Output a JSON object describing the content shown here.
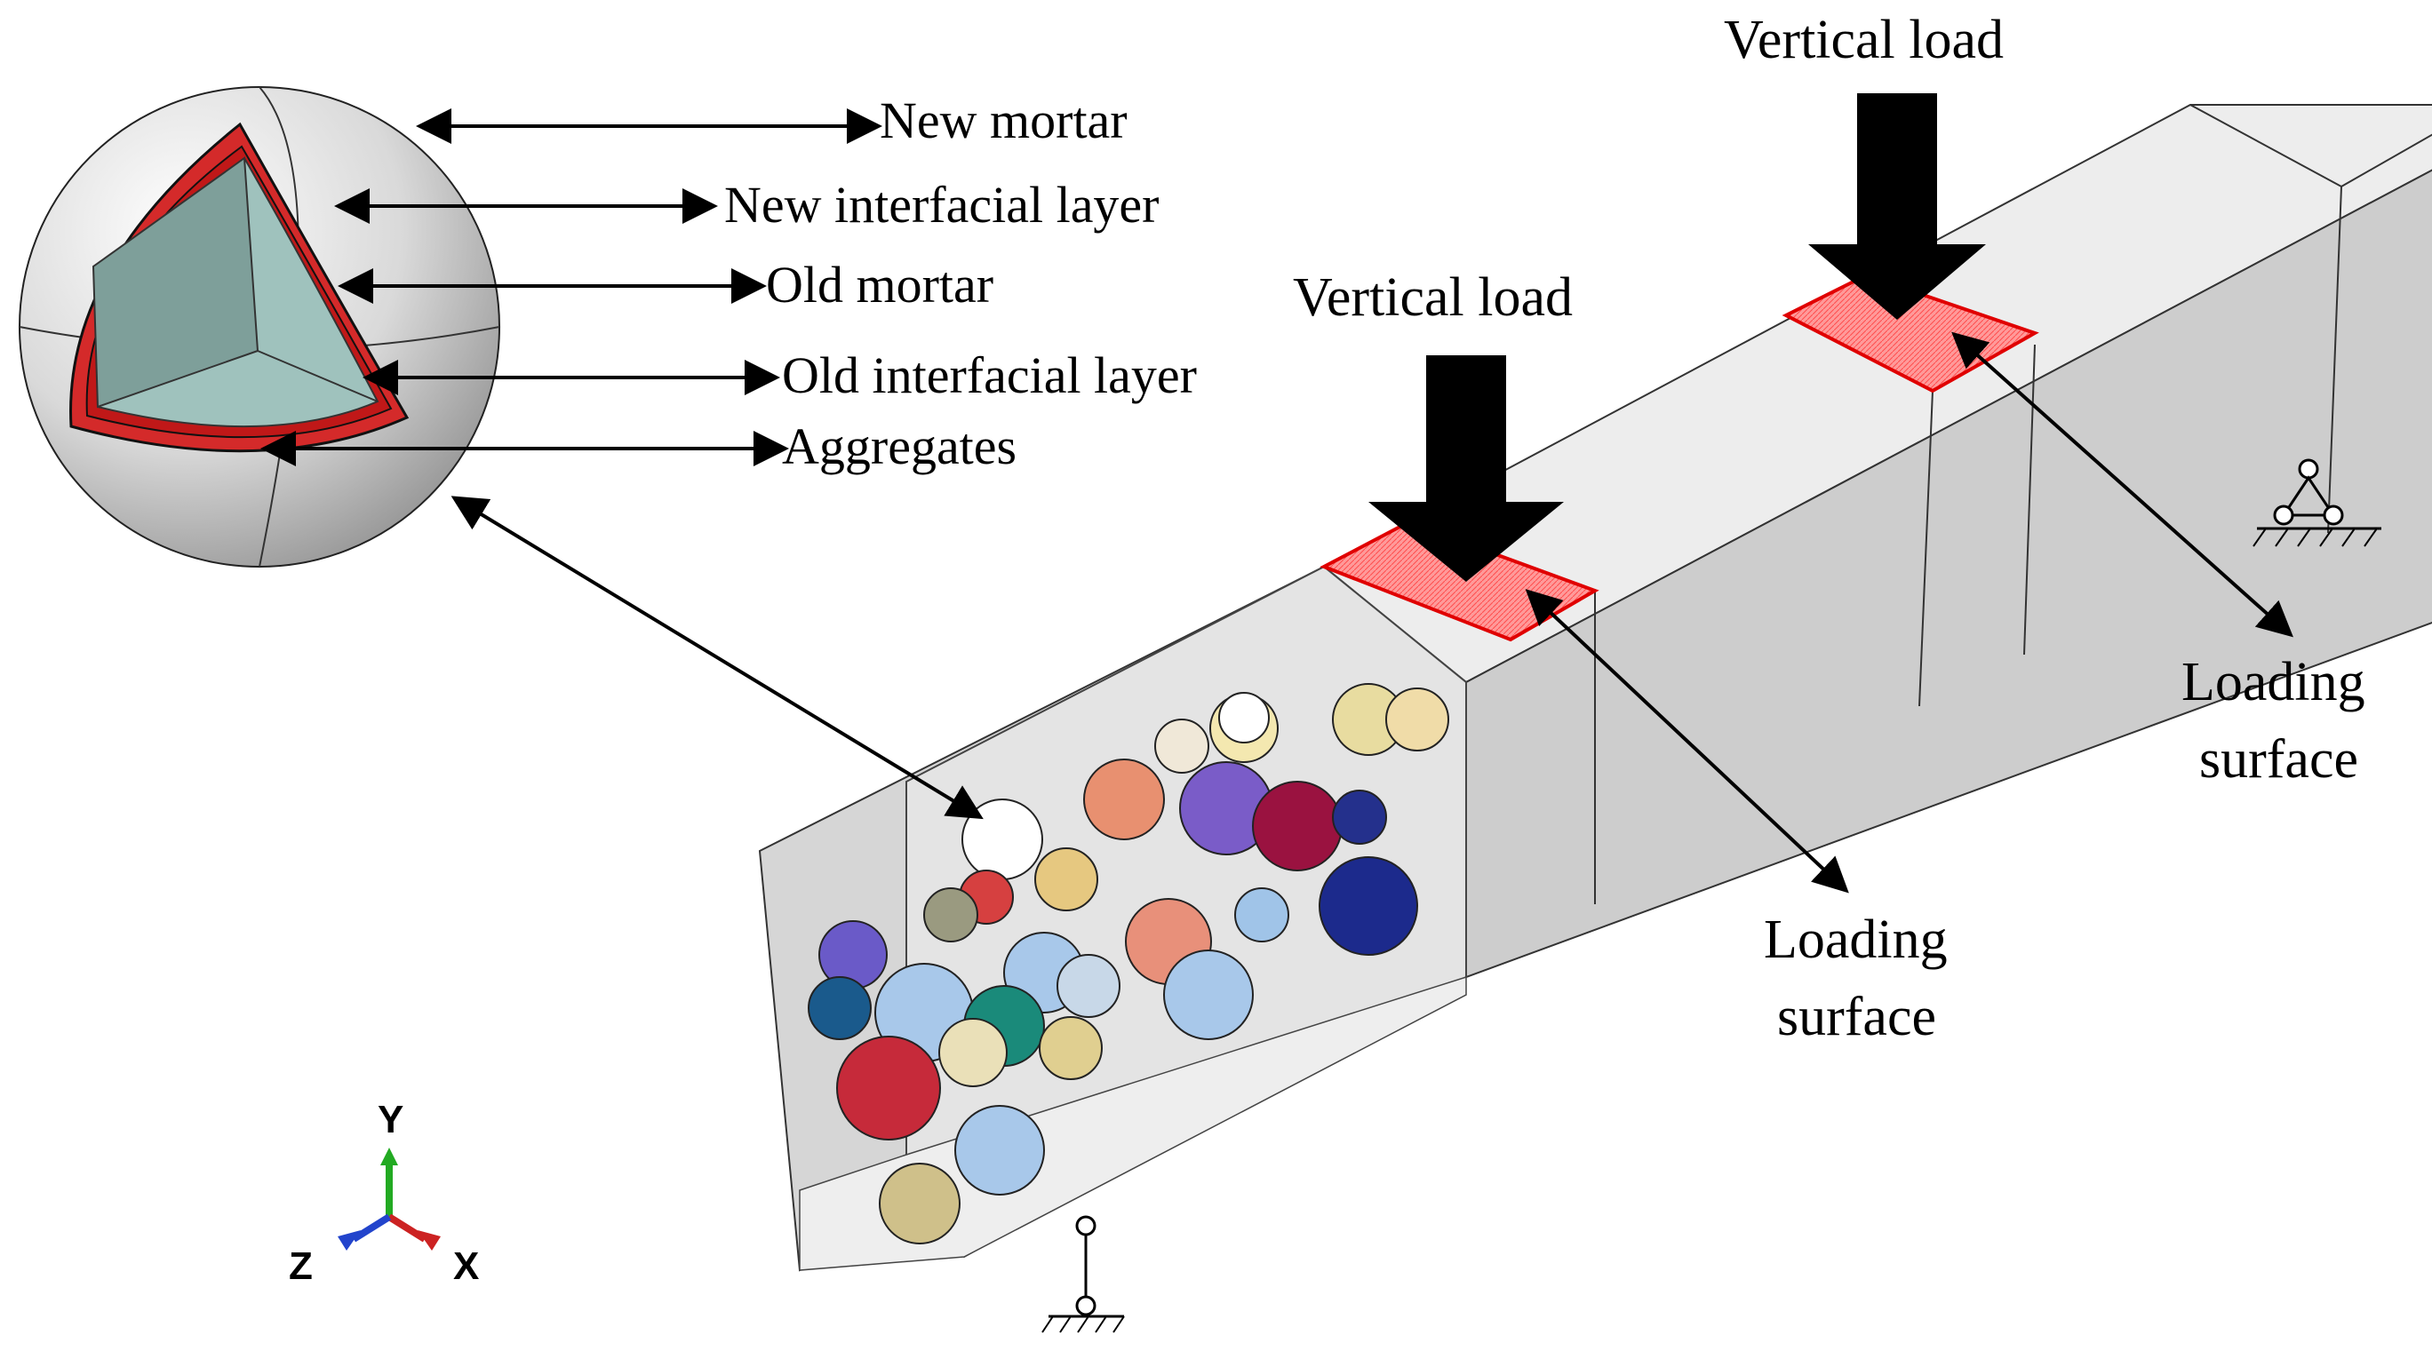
{
  "legend": {
    "new_mortar": "New mortar",
    "new_interfacial_layer": "New interfacial layer",
    "old_mortar": "Old mortar",
    "old_interfacial_layer": "Old interfacial layer",
    "aggregates": "Aggregates"
  },
  "loads": {
    "left_load_label": "Vertical load",
    "right_load_label": "Vertical load"
  },
  "surfaces": {
    "center_label_line1": "Loading",
    "center_label_line2": "surface",
    "right_label_line1": "Loading",
    "right_label_line2": "surface"
  },
  "triad": {
    "y": "Y",
    "z": "Z",
    "x": "X"
  },
  "colors": {
    "beam_face": "#dcdcdc",
    "beam_top": "#eeeeee",
    "beam_side": "#bfbfbf",
    "loading_surface": "#ff8a8a",
    "loading_edge": "#e00000",
    "interfacial_red": "#d42a2a",
    "old_mortar_fill": "#9fc2bd",
    "arrow": "#000000",
    "axis_x": "#cc2222",
    "axis_y": "#22aa22",
    "axis_z": "#2244cc"
  }
}
